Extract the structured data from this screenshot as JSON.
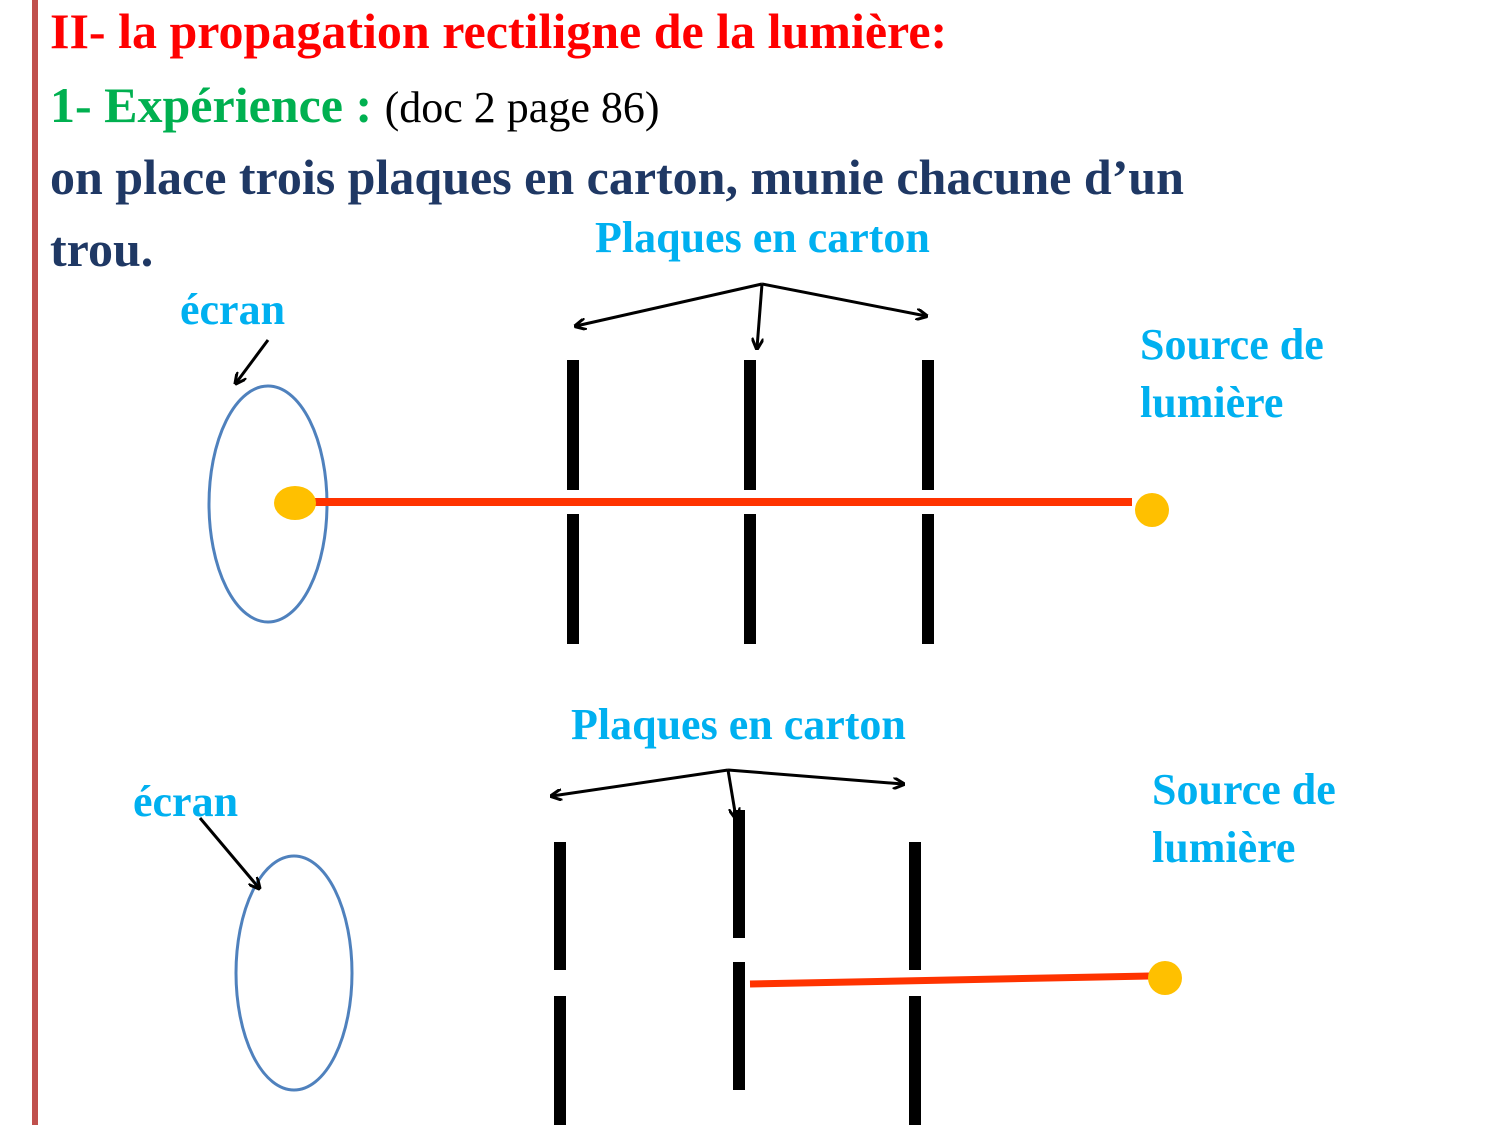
{
  "title": "II- la propagation rectiligne de la lumière:",
  "experience": {
    "label": "1- Expérience :",
    "reference": "(doc 2 page 86)"
  },
  "description": {
    "line1": "on place trois plaques en carton, munie chacune d’un",
    "line2": "trou."
  },
  "diagram_top": {
    "plates_label": "Plaques en carton",
    "screen_label": "écran",
    "source_label_line1": "Source de",
    "source_label_line2": "lumière"
  },
  "diagram_bottom": {
    "plates_label": "Plaques en carton",
    "screen_label": "écran",
    "source_label_line1": "Source de",
    "source_label_line2": "lumière"
  },
  "colors": {
    "title": "#ff0000",
    "experience": "#00b050",
    "body": "#1f3864",
    "labels": "#00b0f0",
    "screen_outline": "#4f81bd",
    "light_ray": "#ff3300",
    "light_spot": "#ffc000",
    "plates": "#000000",
    "margin_bar": "#c0504d"
  }
}
